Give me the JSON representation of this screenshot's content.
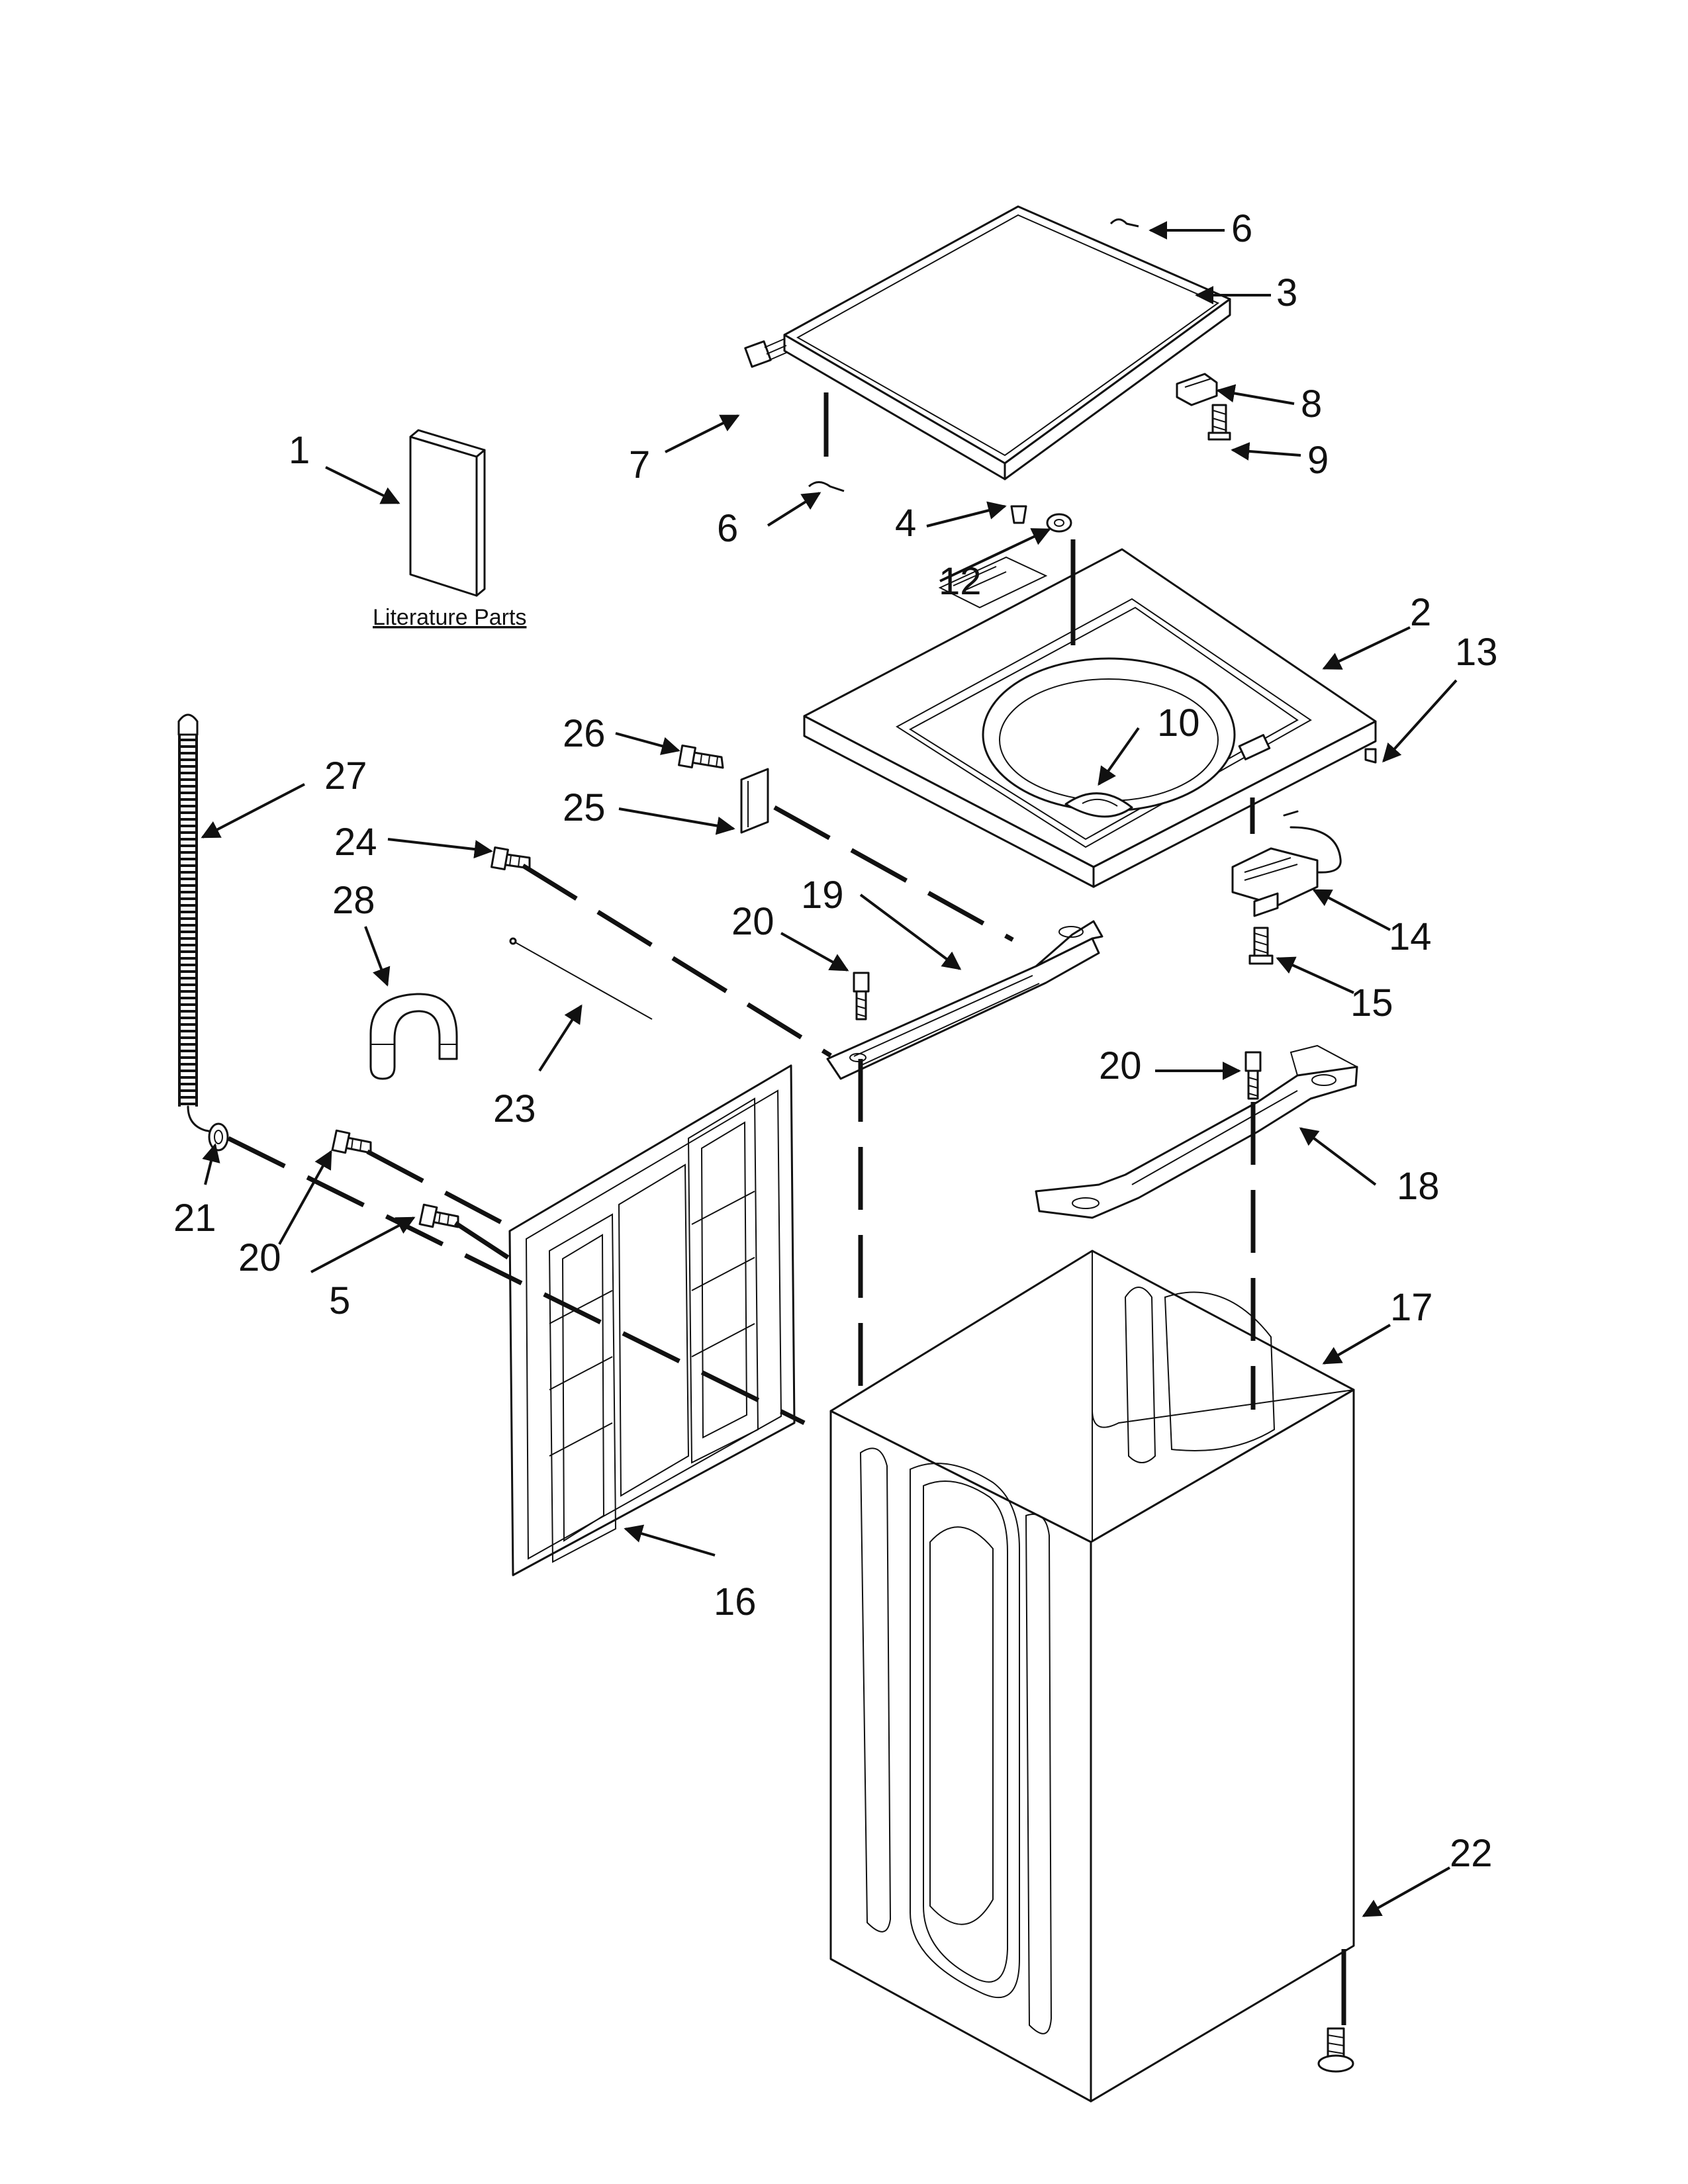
{
  "diagram": {
    "literature_caption": "Literature Parts",
    "callouts": [
      "1",
      "2",
      "3",
      "4",
      "5",
      "6",
      "6",
      "7",
      "8",
      "9",
      "10",
      "12",
      "13",
      "14",
      "15",
      "16",
      "17",
      "18",
      "19",
      "20",
      "20",
      "20",
      "21",
      "22",
      "23",
      "24",
      "25",
      "26",
      "27",
      "28"
    ]
  },
  "colors": {
    "line": "#111111",
    "background": "#ffffff"
  }
}
